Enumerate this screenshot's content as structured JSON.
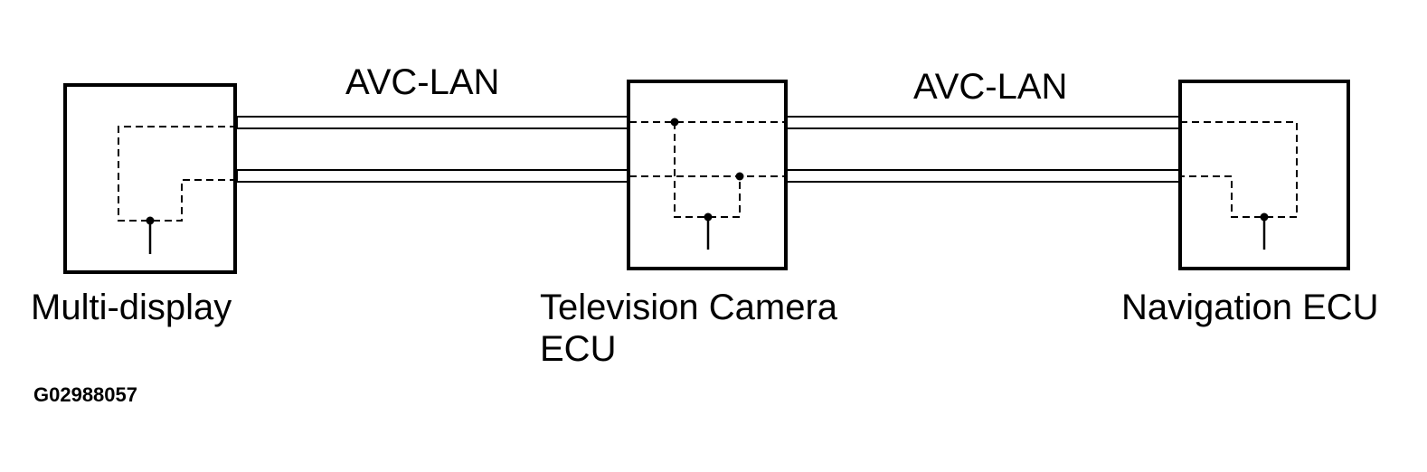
{
  "bus_labels": [
    "AVC-LAN",
    "AVC-LAN"
  ],
  "components": [
    {
      "name": "Multi-display"
    },
    {
      "name_line1": "Television Camera",
      "name_line2": "ECU"
    },
    {
      "name": "Navigation ECU"
    }
  ],
  "figure_id": "G02988057"
}
